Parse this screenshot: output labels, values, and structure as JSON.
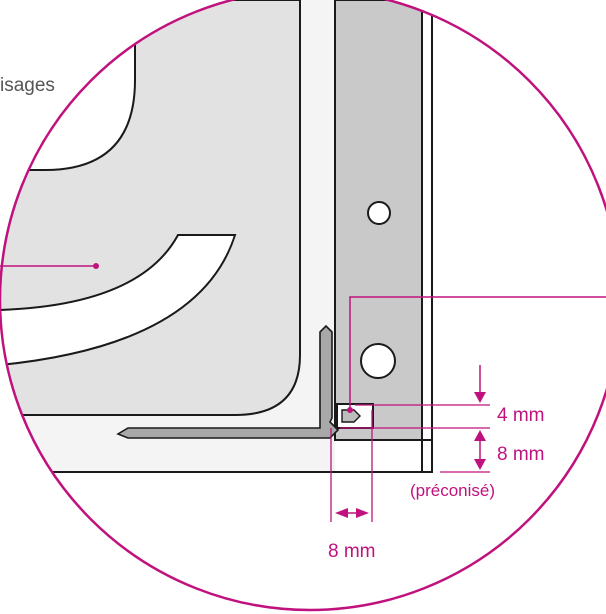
{
  "labels": {
    "top_left_partial": "isages",
    "dim_gap_top": "4 mm",
    "dim_gap_bottom": "8 mm",
    "dim_recommended": "(préconisé)",
    "dim_horizontal": "8 mm"
  },
  "colors": {
    "accent": "#c0127e",
    "outline": "#1a1a1a",
    "panel_gray": "#c9c9c9",
    "light_gray": "#ececec",
    "mid_gray": "#e0e0e0",
    "profile_gray": "#a8a8a8"
  }
}
